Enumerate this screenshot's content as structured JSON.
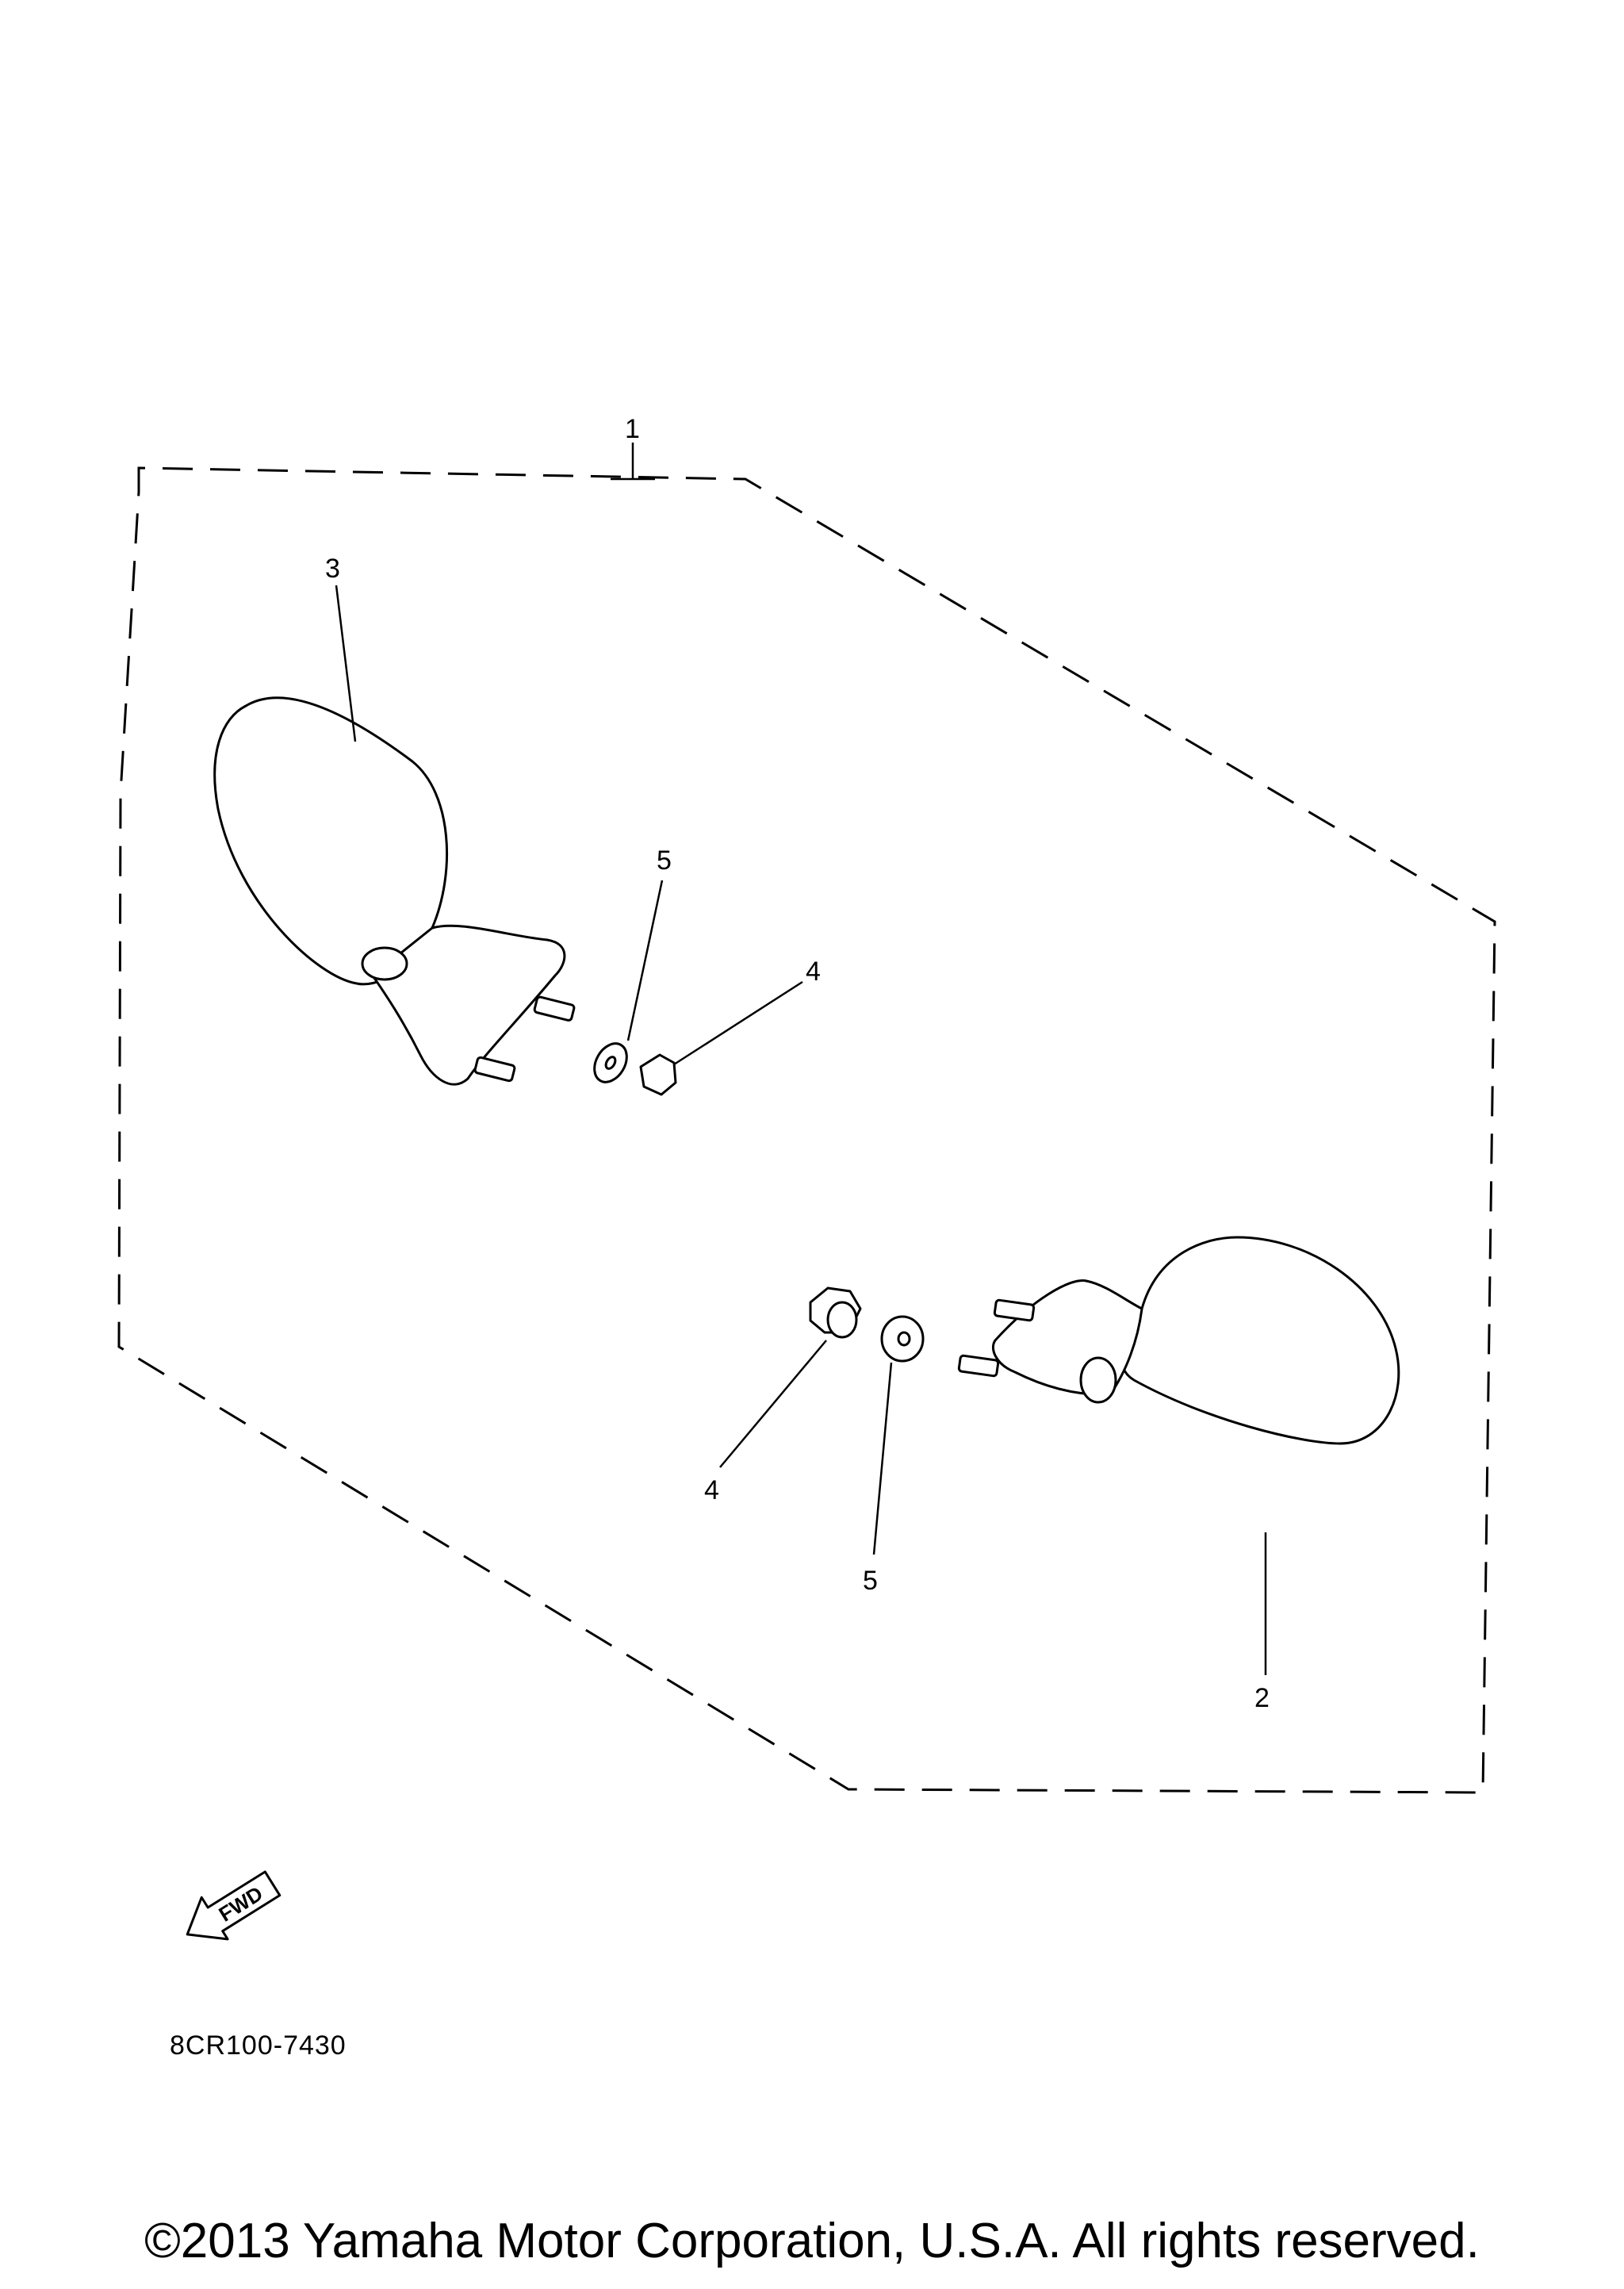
{
  "callouts": {
    "c1": "1",
    "c2": "2",
    "c3": "3",
    "c4a": "4",
    "c4b": "4",
    "c5a": "5",
    "c5b": "5"
  },
  "parts": {
    "assembly": "1",
    "right_mirror": "2",
    "left_mirror": "3",
    "nut": "4",
    "washer": "5"
  },
  "fwd_label": "FWD",
  "diagram_code": "8CR100-7430",
  "copyright": "©2013 Yamaha Motor Corporation, U.S.A. All rights reserved."
}
